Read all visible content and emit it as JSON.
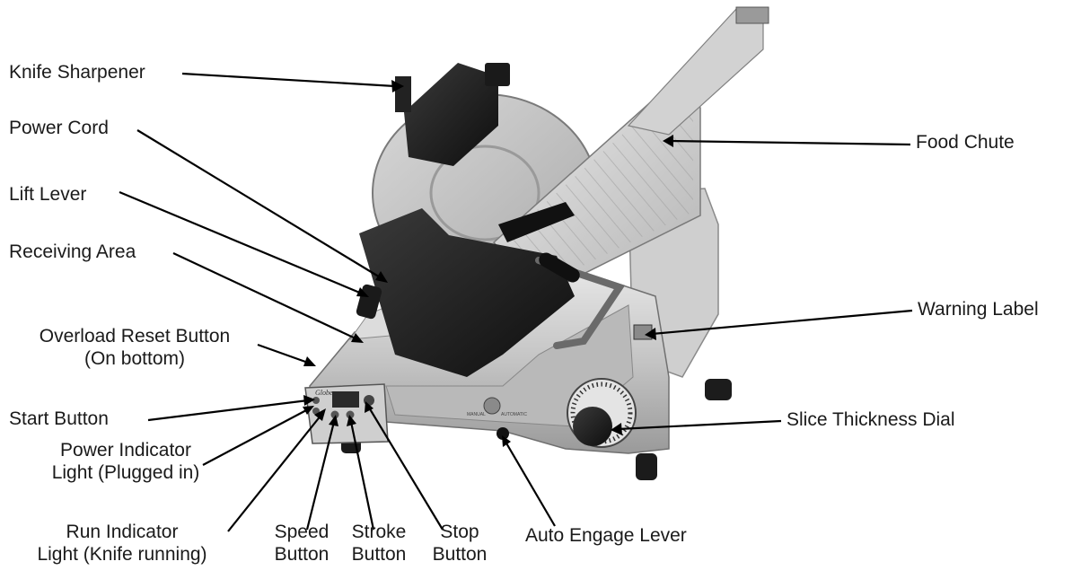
{
  "labels": {
    "knife_sharpener": "Knife Sharpener",
    "power_cord": "Power Cord",
    "lift_lever": "Lift Lever",
    "receiving_area": "Receiving Area",
    "overload_reset": [
      "Overload Reset Button",
      "(On bottom)"
    ],
    "start_button": "Start Button",
    "power_indicator": [
      "Power Indicator",
      "Light (Plugged in)"
    ],
    "run_indicator": [
      "Run Indicator",
      "Light (Knife running)"
    ],
    "speed_button": [
      "Speed",
      "Button"
    ],
    "stroke_button": [
      "Stroke",
      "Button"
    ],
    "stop_button": [
      "Stop",
      "Button"
    ],
    "auto_engage_lever": "Auto Engage Lever",
    "food_chute": "Food Chute",
    "warning_label": "Warning Label",
    "slice_thickness_dial": "Slice Thickness Dial"
  },
  "artwork": {
    "brand_logo": "Globe",
    "lever_marking_left": "MANUAL",
    "lever_marking_right": "AUTOMATIC"
  }
}
